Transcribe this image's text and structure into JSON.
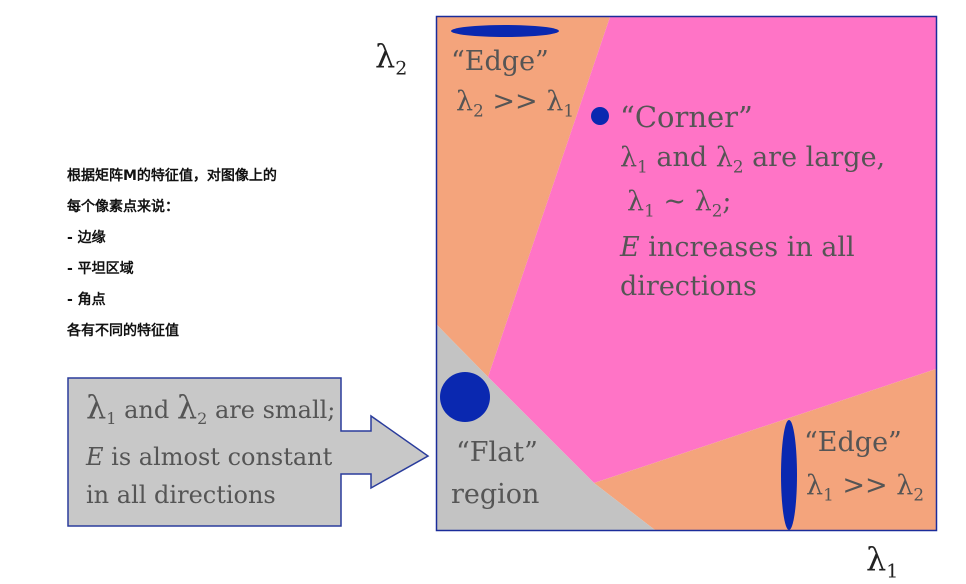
{
  "axes": {
    "y_label": "λ",
    "y_sub": "2",
    "x_label": "λ",
    "x_sub": "1"
  },
  "note_cn": {
    "line1": "根据矩阵M的特征值，对图像上的",
    "line2": "每个像素点来说：",
    "line3": "- 边缘",
    "line4": "- 平坦区域",
    "line5": "- 角点",
    "line6": "各有不同的特征值"
  },
  "edge_top": {
    "title": "“Edge”",
    "lam_a": "λ",
    "sub_a": "2",
    "relation": " >> ",
    "lam_b": "λ",
    "sub_b": "1"
  },
  "corner": {
    "title": "“Corner”",
    "lam1": "λ",
    "sub1": "1",
    "and": " and ",
    "lam2": "λ",
    "sub2": "2",
    "are_large": " are large,",
    "lam3": "λ",
    "sub3": "1",
    "tilde": " ~ ",
    "lam4": "λ",
    "sub4": "2",
    "semicolon": ";",
    "e": "E",
    "increases": " increases in all",
    "directions": "directions"
  },
  "edge_right": {
    "title": "“Edge”",
    "lam_a": "λ",
    "sub_a": "1",
    "relation": " >> ",
    "lam_b": "λ",
    "sub_b": "2"
  },
  "flat": {
    "title": "“Flat”",
    "region": "region"
  },
  "callout": {
    "lam1": "λ",
    "sub1": "1",
    "and": " and ",
    "lam2": "λ",
    "sub2": "2",
    "are_small": " are small;",
    "e": "E",
    "almost_constant": " is almost constant",
    "all_directions": "in all directions"
  },
  "colors": {
    "edge_region": "#f4a47c",
    "corner_region": "#ff74c6",
    "flat_region": "#c3c3c3",
    "frame": "#1a2c9a",
    "ellipse": "#0a28b0",
    "callout_fill": "#c8c8c8",
    "callout_border": "#2a3c9c"
  }
}
